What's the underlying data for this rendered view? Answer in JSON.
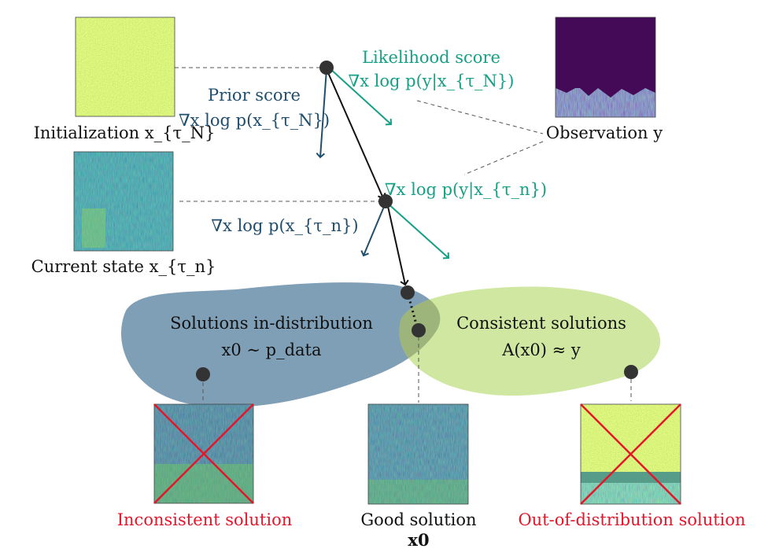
{
  "colors": {
    "prior": "#1f4e6e",
    "likelihood": "#16a085",
    "path": "#111111",
    "in_distribution_blob": "#7f9fb6",
    "consistent_blob": "#cfe7a0",
    "overlap_blob": "#9db47a",
    "fail_label": "#e3162a",
    "cross": "#e3162a",
    "node": "#333333"
  },
  "labels": {
    "initialization": "Initialization x_{τ_N}",
    "current_state": "Current state x_{τ_n}",
    "observation": "Observation y",
    "prior_score_title": "Prior score",
    "prior_score_formula_N": "∇x log p(x_{τ_N})",
    "likelihood_score_title": "Likelihood score",
    "likelihood_score_formula_N": "∇x log p(y|x_{τ_N})",
    "likelihood_score_formula_n": "∇x log p(y|x_{τ_n})",
    "prior_score_formula_n": "∇x log p(x_{τ_n})",
    "in_distribution_title": "Solutions in-distribution",
    "in_distribution_formula": "x0 ∼ p_data",
    "consistent_title": "Consistent solutions",
    "consistent_formula": "A(x0) ≈ y",
    "inconsistent_solution": "Inconsistent solution",
    "good_solution": "Good solution",
    "good_solution_symbol": "x0",
    "ood_solution": "Out-of-distribution solution"
  },
  "icons": {
    "spectrogram_noise": "noise-spectrogram-icon",
    "spectrogram_observation": "observation-spectrogram-icon",
    "spectrogram_current": "current-spectrogram-icon",
    "spectrogram_inconsistent": "inconsistent-spectrogram-icon",
    "spectrogram_good": "good-spectrogram-icon",
    "spectrogram_ood": "ood-spectrogram-icon"
  }
}
